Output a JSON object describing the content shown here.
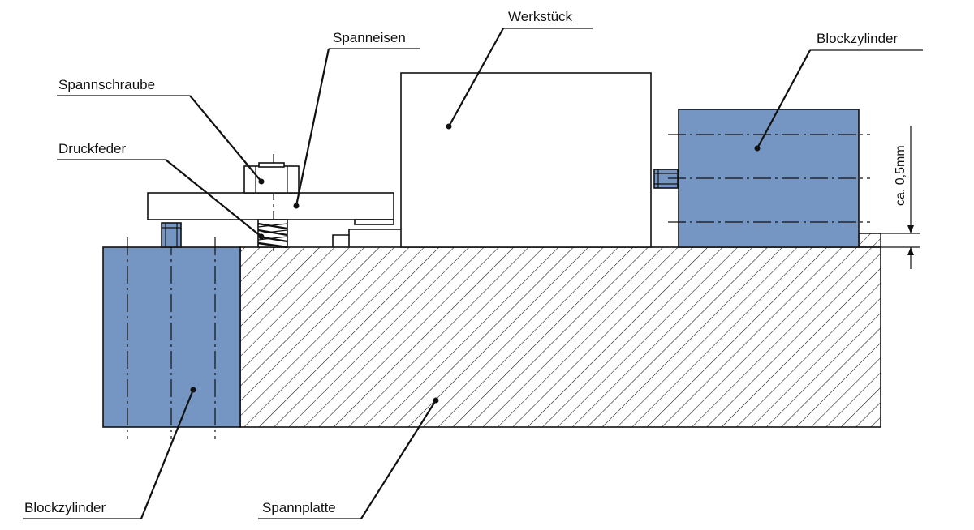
{
  "labels": {
    "werkstueck": "Werkstück",
    "spanneisen": "Spanneisen",
    "spannschraube": "Spannschraube",
    "druckfeder": "Druckfeder",
    "blockzylinder_right": "Blockzylinder",
    "blockzylinder_left": "Blockzylinder",
    "spannplatte": "Spannplatte"
  },
  "dimension": {
    "gap": "ca. 0,5mm"
  },
  "colors": {
    "cylinder": "#7596c2",
    "line": "#111111",
    "background": "#ffffff"
  }
}
